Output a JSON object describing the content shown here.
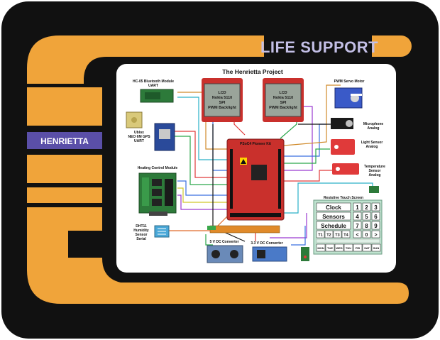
{
  "header": {
    "title": "LIFE SUPPORT"
  },
  "sidebar": {
    "label": "HENRIETTA"
  },
  "colors": {
    "frame_black": "#111111",
    "lcars_orange": "#f0a43a",
    "header_lavender": "#c3bfe6",
    "sidebar_purple": "#5a4fa8",
    "pcb_red": "#c9302c",
    "panel_white": "#ffffff"
  },
  "diagram": {
    "title": "The Henrietta Project",
    "lcd_left": [
      "LCD",
      "Nokia 5110",
      "SPI",
      "PWM Backlight"
    ],
    "lcd_right": [
      "LCD",
      "Nokia 5110",
      "SPI",
      "PWM Backlight"
    ],
    "bluetooth": [
      "HC-05 Bluetooth Module",
      "UART"
    ],
    "gps": [
      "Ublox",
      "NEO 6M GPS",
      "UART"
    ],
    "heating": "Heating Control Module",
    "dht": [
      "DHT11",
      "Humidity",
      "Sensor",
      "Serial"
    ],
    "servo": "PWM Servo Motor",
    "microphone": [
      "Microphone",
      "Analog"
    ],
    "light": [
      "Light Sensor",
      "Analog"
    ],
    "temperature": [
      "Temperature",
      "Sensor",
      "Analog"
    ],
    "psoc": "PSoC4 Pioneer Kit",
    "touch": "Resistive Touch Screen",
    "conv5": "5 V DC Converter",
    "conv33": "3.3 V DC Converter",
    "touch_buttons": {
      "clock": "Clock",
      "sensors": "Sensors",
      "schedule": "Schedule",
      "keys_row1": [
        "1",
        "2",
        "3"
      ],
      "keys_row2": [
        "4",
        "5",
        "6"
      ],
      "keys_row3": [
        "7",
        "8",
        "9"
      ],
      "timers": [
        "T1",
        "T2",
        "T3",
        "T4"
      ],
      "keys_row4": [
        "<",
        "0",
        ">"
      ],
      "days": [
        "MON",
        "TUE",
        "WED",
        "THU",
        "FRI",
        "SAT",
        "SUN"
      ]
    }
  }
}
